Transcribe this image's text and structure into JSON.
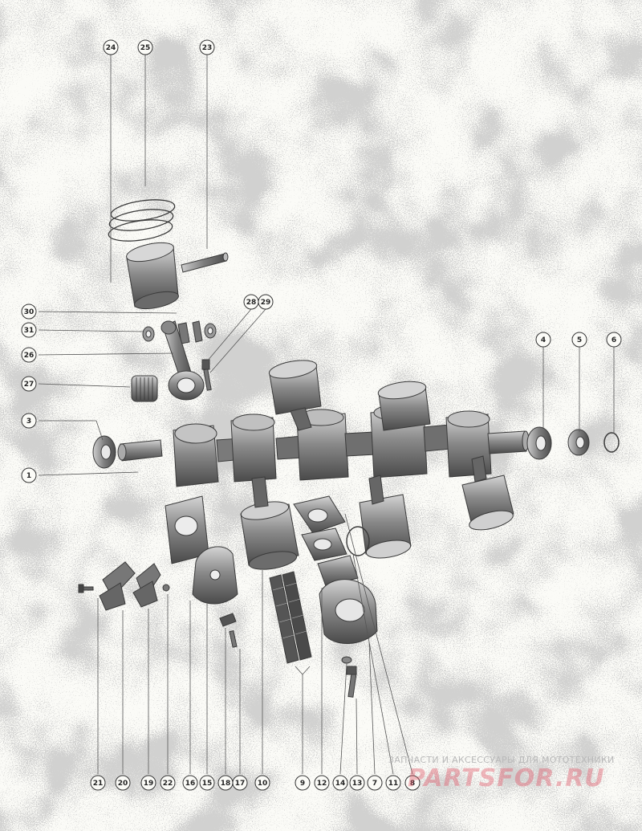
{
  "diagram": {
    "callouts": {
      "c1": "1",
      "c3": "3",
      "c4": "4",
      "c5": "5",
      "c6": "6",
      "c7": "7",
      "c8": "8",
      "c9": "9",
      "c10": "10",
      "c11": "11",
      "c12": "12",
      "c13": "13",
      "c14": "14",
      "c15": "15",
      "c16": "16",
      "c17": "17",
      "c18": "18",
      "c19": "19",
      "c20": "20",
      "c21": "21",
      "c22": "22",
      "c23": "23",
      "c24": "24",
      "c25": "25",
      "c26": "26",
      "c27": "27",
      "c28": "28",
      "c29": "29",
      "c30": "30",
      "c31": "31"
    }
  },
  "watermark": {
    "caption": "ЗАПЧАСТИ И АКСЕССУАРЫ ДЛЯ МОТОТЕХНИКИ",
    "logo": "PARTSFOR.RU"
  },
  "colors": {
    "line": "#3a3a3a",
    "part_dark": "#5a5a5a",
    "part_mid": "#8c8c8c",
    "part_light": "#c9c9c9",
    "speckle": "#a8a8a8",
    "watermark": "#e05868"
  }
}
